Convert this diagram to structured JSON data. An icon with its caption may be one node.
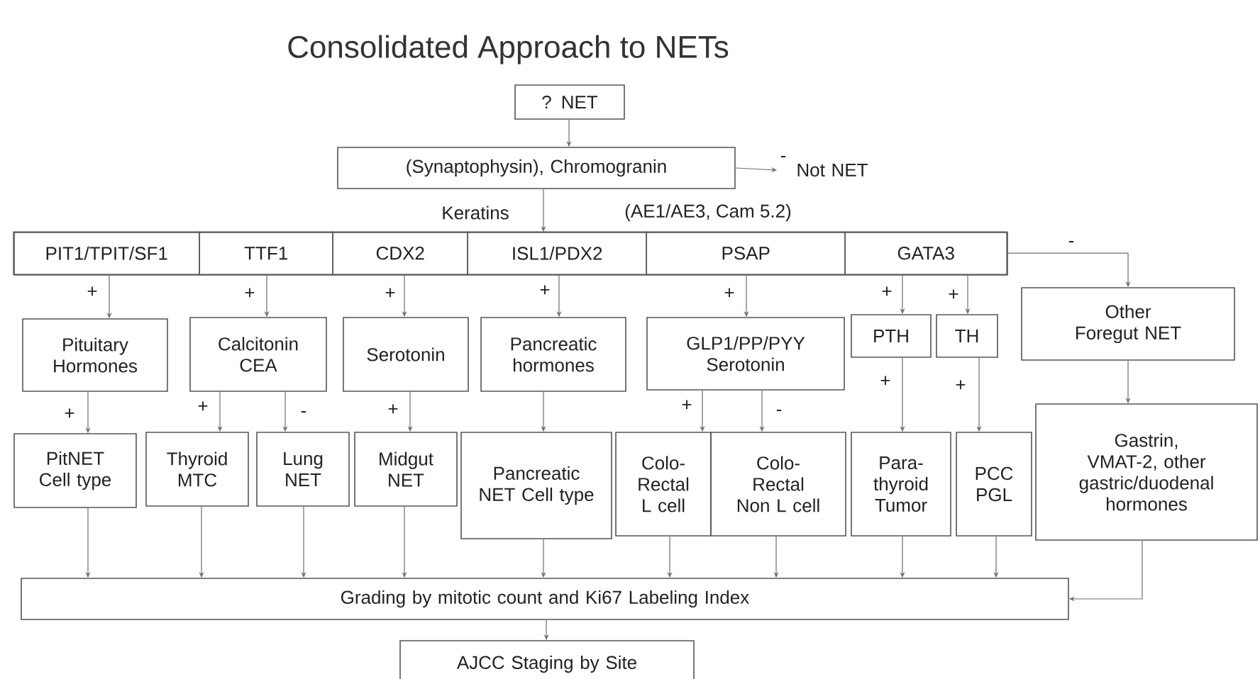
{
  "diagram": {
    "title": "Consolidated Approach to NETs",
    "nodes": [
      {
        "text": [
          "? NET"
        ]
      },
      {
        "text": [
          "(Synaptophysin), Chromogranin"
        ]
      },
      {
        "text": [
          "Not NET"
        ]
      },
      {
        "text": [],
        "shape": "box"
      },
      {
        "text": [
          "PIT1/TPIT/SF1"
        ],
        "in": 3
      },
      {
        "text": [
          "TTF1"
        ],
        "in": 3
      },
      {
        "text": [
          "CDX2"
        ],
        "in": 3
      },
      {
        "text": [
          "ISL1/PDX2"
        ],
        "in": 3
      },
      {
        "text": [
          "PSAP"
        ],
        "in": 3
      },
      {
        "text": [
          "GATA3"
        ],
        "in": 3
      },
      {
        "text": [
          "Pituitary Hormones"
        ]
      },
      {
        "text": [
          "Calcitonin CEA"
        ]
      },
      {
        "text": [
          "Serotonin"
        ]
      },
      {
        "text": [
          "Pancreatic hormones"
        ]
      },
      {
        "text": [
          "GLP1/PP/PYY Serotonin"
        ]
      },
      {
        "text": [
          "PTH"
        ]
      },
      {
        "text": [
          "TH"
        ]
      },
      {
        "text": [
          "Other Foregut NET"
        ]
      },
      {
        "text": [
          "PitNET Cell type"
        ]
      },
      {
        "text": [
          "Thyroid MTC"
        ]
      },
      {
        "text": [
          "Lung NET"
        ]
      },
      {
        "text": [
          "Midgut NET"
        ]
      },
      {
        "text": [
          "Pancreatic NET Cell type"
        ]
      },
      {
        "text": [
          "Colo- Rectal L cell"
        ]
      },
      {
        "text": [
          "Colo- Rectal Non L cell"
        ]
      },
      {
        "text": [
          "Para- thyroid Tumor"
        ]
      },
      {
        "text": [
          "PCC PGL"
        ]
      },
      {
        "text": [
          "Gastrin, VMAT-2, other gastric/duodenal hormones"
        ]
      },
      {
        "text": [
          "Grading by mitotic count and Ki67 Labeling Index"
        ]
      },
      {
        "text": [
          "AJCC Staging by Site"
        ]
      }
    ],
    "edges": [
      {
        "from": 0,
        "to": 1,
        "arrow": "to"
      },
      {
        "from": 1,
        "to": 2,
        "arrow": "to",
        "label": "-"
      },
      {
        "from": 1,
        "to": 3,
        "arrow": "to"
      },
      {
        "from": 4,
        "to": 10,
        "arrow": "to",
        "label": "+"
      },
      {
        "from": 5,
        "to": 11,
        "arrow": "to",
        "label": "+"
      },
      {
        "from": 6,
        "to": 12,
        "arrow": "to",
        "label": "+"
      },
      {
        "from": 7,
        "to": 13,
        "arrow": "to",
        "label": "+"
      },
      {
        "from": 8,
        "to": 14,
        "arrow": "to",
        "label": "+"
      },
      {
        "from": 9,
        "to": 15,
        "arrow": "to",
        "label": "+"
      },
      {
        "from": 9,
        "to": 16,
        "arrow": "to",
        "label": "+"
      },
      {
        "from": 9,
        "to": 17,
        "arrow": "to",
        "label": "-"
      },
      {
        "from": 10,
        "to": 18,
        "arrow": "to",
        "label": "+"
      },
      {
        "from": 11,
        "to": 19,
        "arrow": "to",
        "label": "+"
      },
      {
        "from": 11,
        "to": 20,
        "arrow": "to",
        "label": "-"
      },
      {
        "from": 12,
        "to": 21,
        "arrow": "to",
        "label": "+"
      },
      {
        "from": 13,
        "to": 22,
        "arrow": "to"
      },
      {
        "from": 14,
        "to": 23,
        "arrow": "to",
        "label": "+"
      },
      {
        "from": 14,
        "to": 24,
        "arrow": "to",
        "label": "-"
      },
      {
        "from": 15,
        "to": 25,
        "arrow": "to",
        "label": "+"
      },
      {
        "from": 16,
        "to": 26,
        "arrow": "to",
        "label": "+"
      },
      {
        "from": 17,
        "to": 27,
        "arrow": "to"
      },
      {
        "from": 18,
        "to": 28,
        "arrow": "to"
      },
      {
        "from": 19,
        "to": 28,
        "arrow": "to"
      },
      {
        "from": 20,
        "to": 28,
        "arrow": "to"
      },
      {
        "from": 21,
        "to": 28,
        "arrow": "to"
      },
      {
        "from": 22,
        "to": 28,
        "arrow": "to"
      },
      {
        "from": 23,
        "to": 28,
        "arrow": "to"
      },
      {
        "from": 24,
        "to": 28,
        "arrow": "to"
      },
      {
        "from": 25,
        "to": 28,
        "arrow": "to"
      },
      {
        "from": 26,
        "to": 28,
        "arrow": "to"
      },
      {
        "from": 27,
        "to": 28,
        "arrow": "to"
      },
      {
        "from": 28,
        "to": 29,
        "arrow": "to"
      }
    ],
    "labels": [
      "Keratins",
      "(AE1/AE3, Cam 5.2)"
    ]
  }
}
